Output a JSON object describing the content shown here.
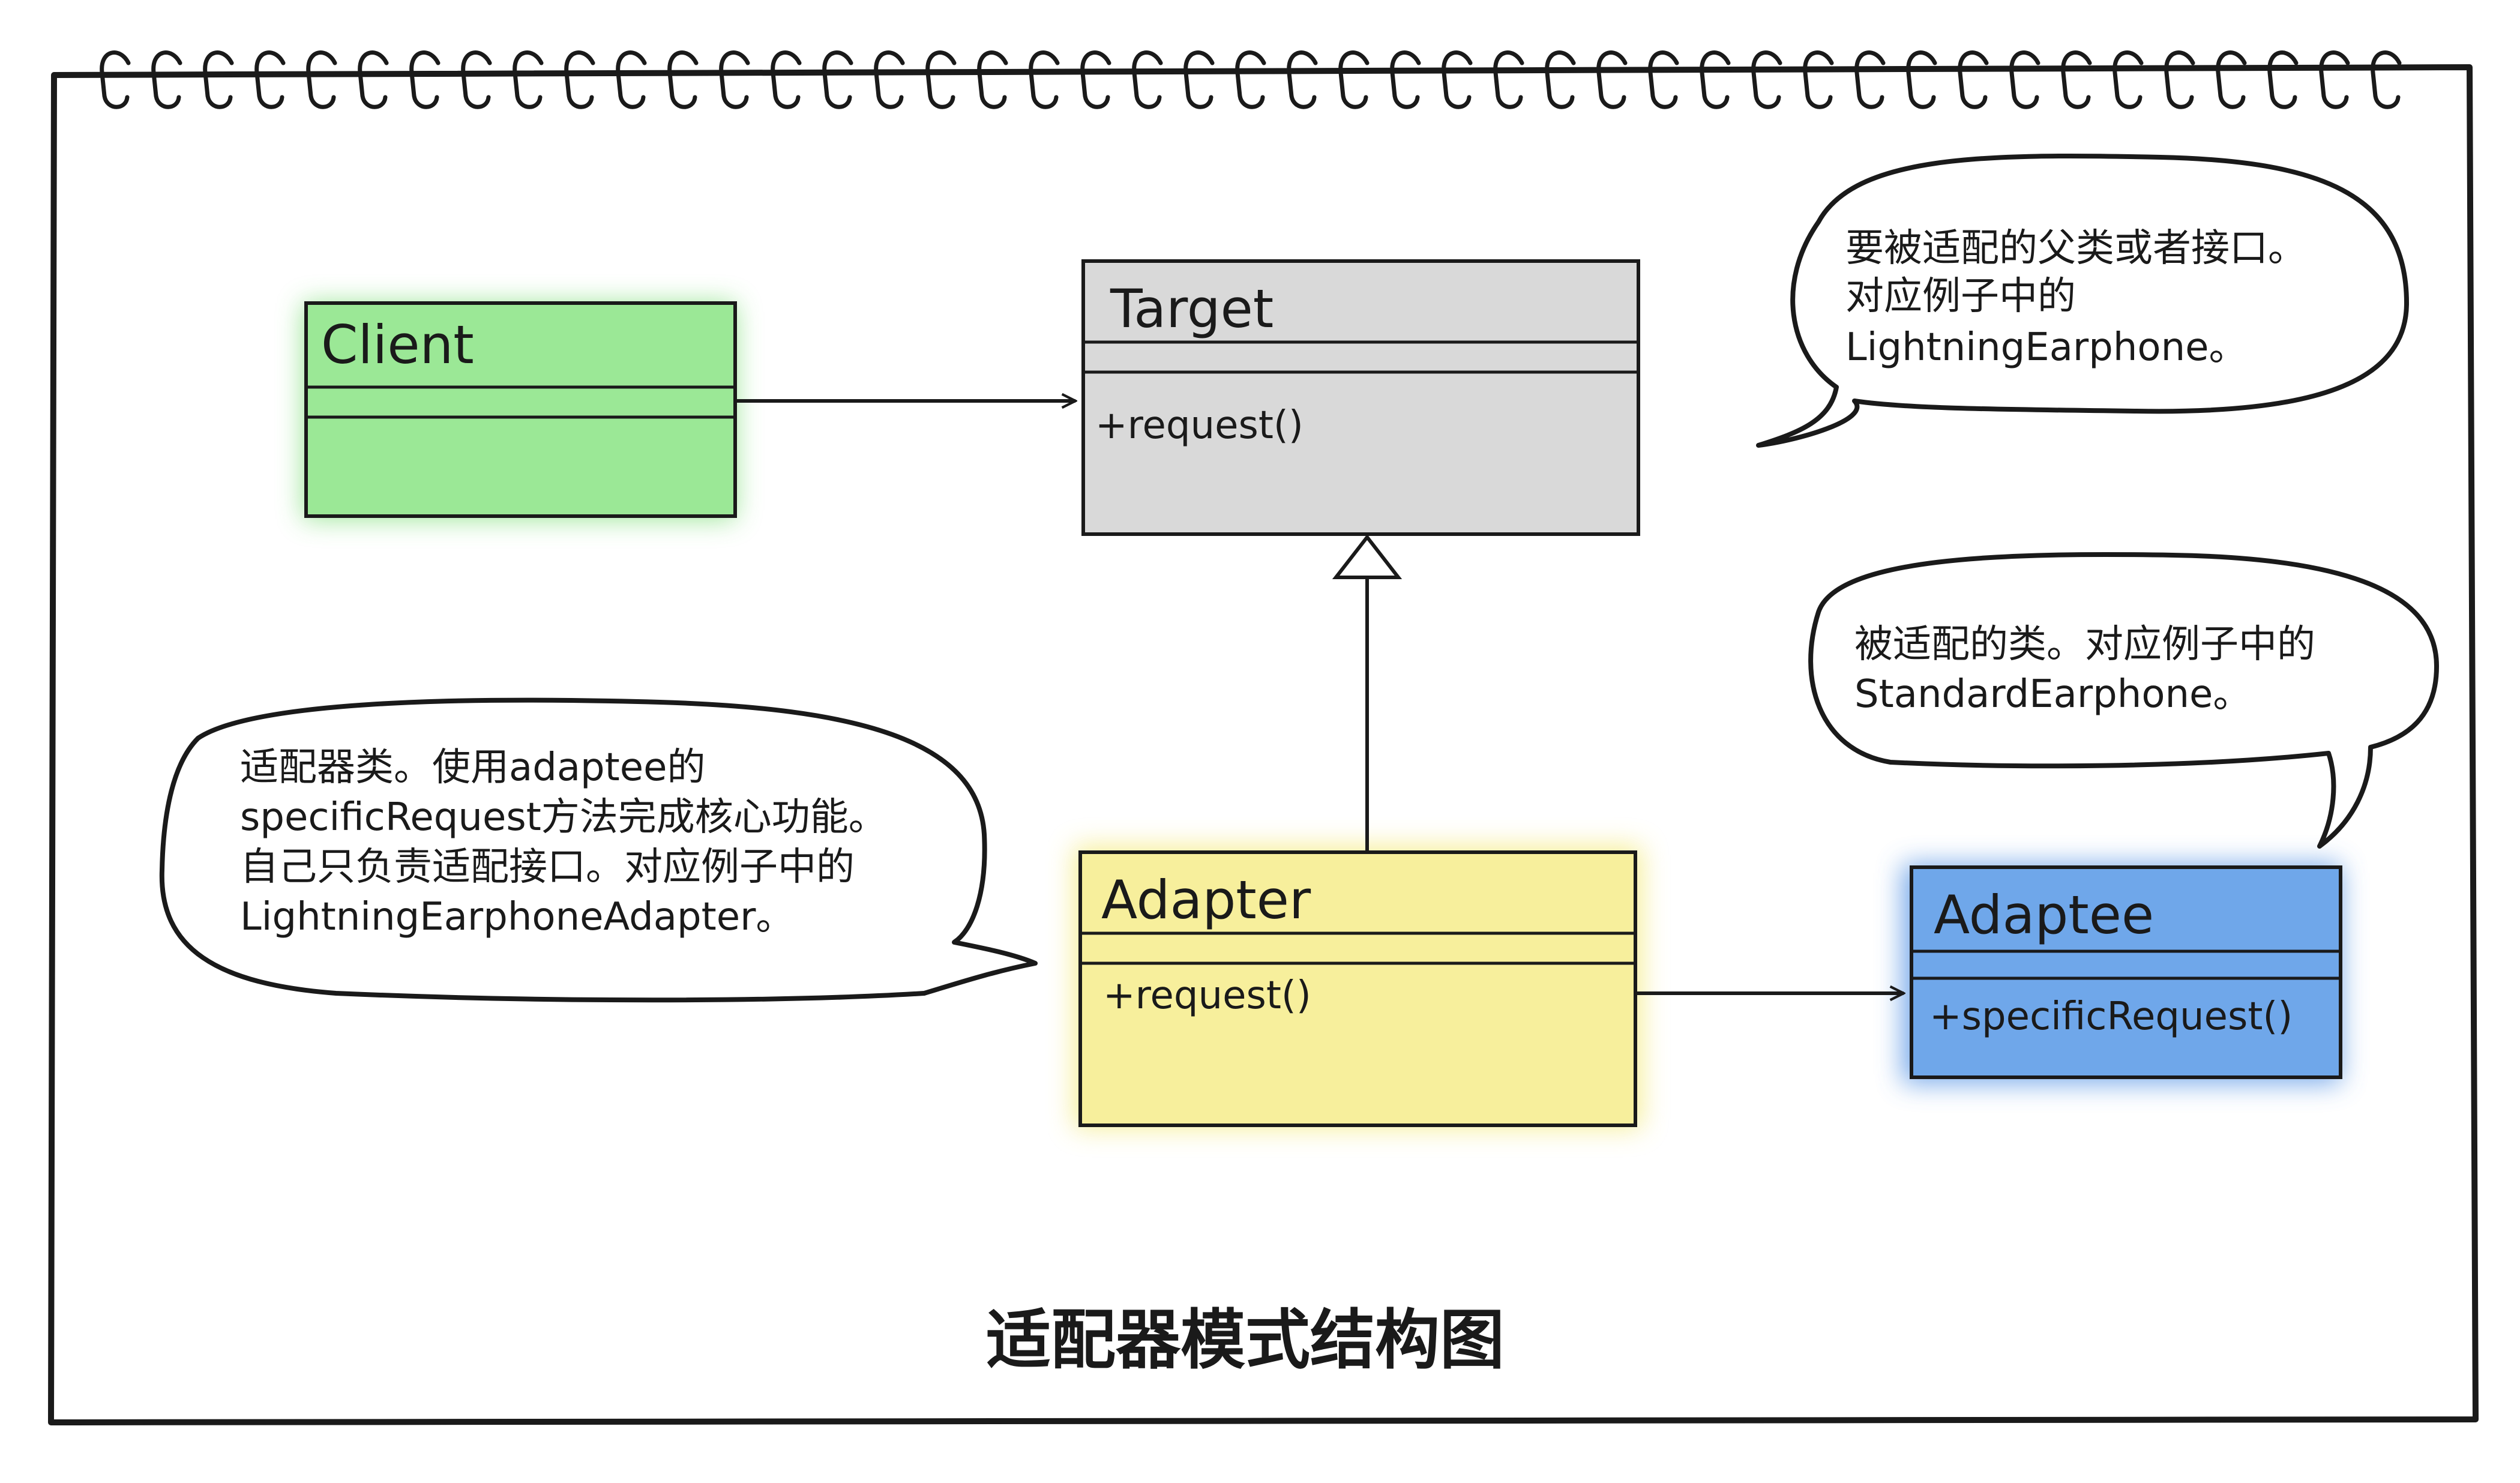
{
  "diagram": {
    "title": "适配器模式结构图",
    "classes": {
      "client": {
        "name": "Client",
        "method": "",
        "color": "#8fe38a"
      },
      "target": {
        "name": "Target",
        "method": "+request()",
        "color": "#dcdcdc"
      },
      "adapter": {
        "name": "Adapter",
        "method": "+request()",
        "color": "#f7ef9c"
      },
      "adaptee": {
        "name": "Adaptee",
        "method": "+specificRequest()",
        "color": "#6aa3e8"
      }
    },
    "notes": {
      "target": [
        "要被适配的父类或者接口。",
        "对应例子中的",
        "LightningEarphone。"
      ],
      "adaptee": [
        "被适配的类。对应例子中的",
        "StandardEarphone。"
      ],
      "adapter": [
        "适配器类。使用adaptee的",
        "specificRequest方法完成核心功能。",
        "自己只负责适配接口。对应例子中的",
        "LightningEarphoneAdapter。"
      ]
    }
  }
}
